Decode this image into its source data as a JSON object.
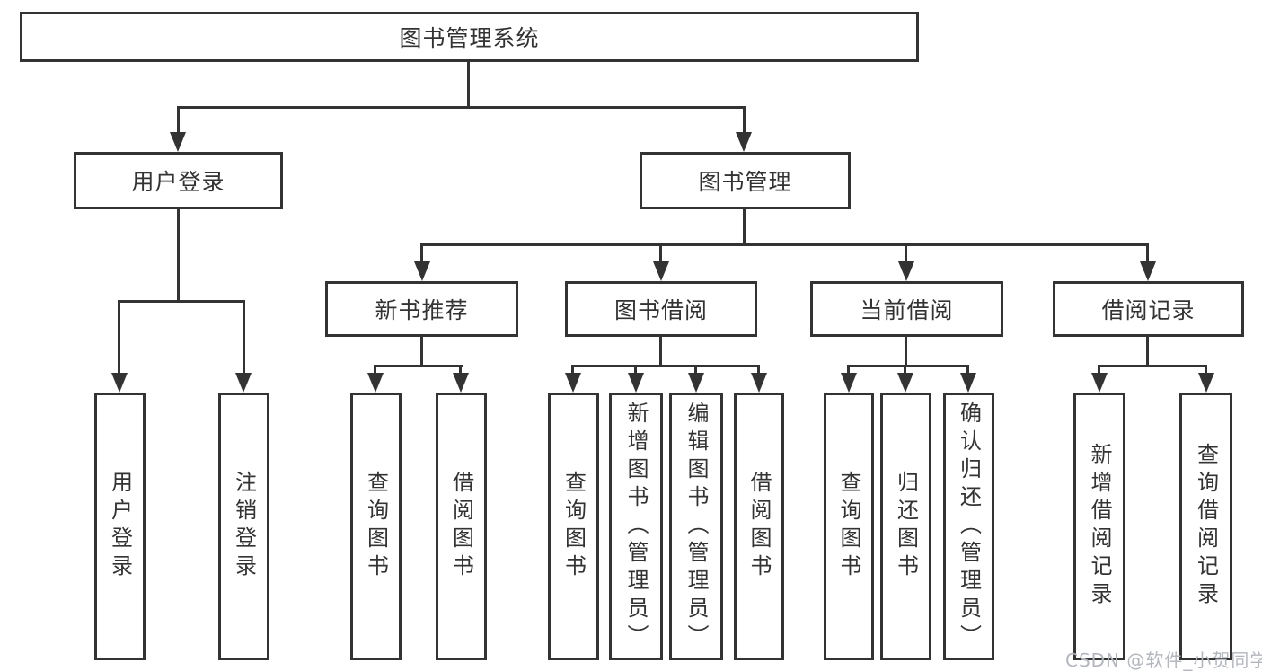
{
  "diagram": {
    "title": "图书管理系统",
    "nodes": {
      "root": {
        "label": "图书管理系统"
      },
      "user_login": {
        "label": "用户登录"
      },
      "book_mgmt": {
        "label": "图书管理"
      },
      "new_book_rec": {
        "label": "新书推荐"
      },
      "book_borrow": {
        "label": "图书借阅"
      },
      "current_borrow": {
        "label": "当前借阅"
      },
      "borrow_records": {
        "label": "借阅记录"
      },
      "leaf_user_login": {
        "label": "用户登录"
      },
      "leaf_logout": {
        "label": "注销登录"
      },
      "leaf_query_books_new": {
        "label": "查询图书"
      },
      "leaf_borrow_books_new": {
        "label": "借阅图书"
      },
      "leaf_query_books_borrow": {
        "label": "查询图书"
      },
      "leaf_add_book_admin": {
        "label": "新增图书（管理员）"
      },
      "leaf_edit_book_admin": {
        "label": "编辑图书（管理员）"
      },
      "leaf_borrow_books_borrow": {
        "label": "借阅图书"
      },
      "leaf_query_books_current": {
        "label": "查询图书"
      },
      "leaf_return_book": {
        "label": "归还图书"
      },
      "leaf_confirm_return_admin": {
        "label": "确认归还（管理员）"
      },
      "leaf_add_borrow_record": {
        "label": "新增借阅记录"
      },
      "leaf_query_borrow_record": {
        "label": "查询借阅记录"
      }
    },
    "colors": {
      "line": "#333333",
      "background": "#ffffff",
      "text": "#333333",
      "watermark": "#b3b7bd"
    }
  },
  "watermark": {
    "text": "CSDN @软件_小贺同学"
  }
}
